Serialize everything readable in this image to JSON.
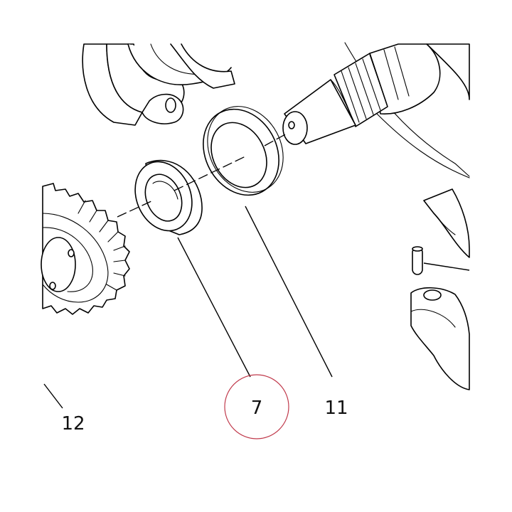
{
  "callouts": [
    {
      "id": "part-7",
      "label": "7"
    },
    {
      "id": "part-11",
      "label": "11"
    },
    {
      "id": "part-12",
      "label": "12"
    }
  ],
  "highlight": {
    "target": "7",
    "color": "#c0394b"
  }
}
